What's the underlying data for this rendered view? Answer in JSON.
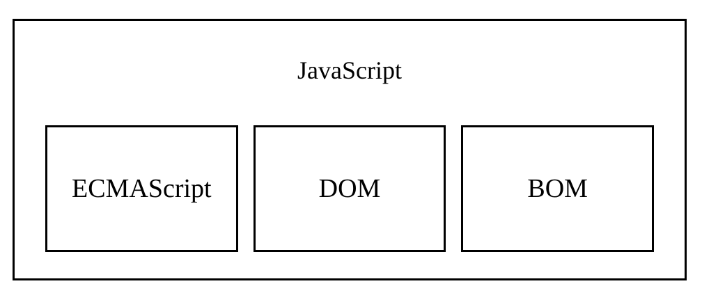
{
  "diagram": {
    "title": "JavaScript",
    "components": [
      {
        "label": "ECMAScript"
      },
      {
        "label": "DOM"
      },
      {
        "label": "BOM"
      }
    ]
  }
}
